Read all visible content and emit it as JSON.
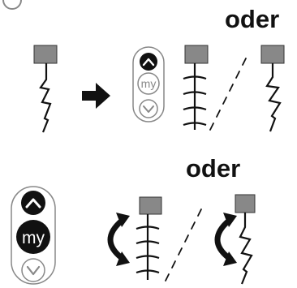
{
  "labels": {
    "or_word_top": "oder",
    "or_word_bottom": "oder"
  },
  "remote_top": {
    "buttons": [
      "up",
      "my",
      "down"
    ],
    "my_label": "my",
    "highlighted": "up"
  },
  "remote_bottom": {
    "buttons": [
      "up",
      "my",
      "down"
    ],
    "my_label": "my",
    "highlighted": [
      "up",
      "my"
    ]
  },
  "colors": {
    "motor_head": "#888888",
    "line": "#111111",
    "button_active": "#111111",
    "button_inactive": "#ffffff",
    "remote_outline": "#888888"
  },
  "icons": {
    "arrow": "arrow-right-icon",
    "rotate_left": "rotate-arrow-left-icon",
    "rotate_right": "rotate-arrow-right-icon"
  }
}
